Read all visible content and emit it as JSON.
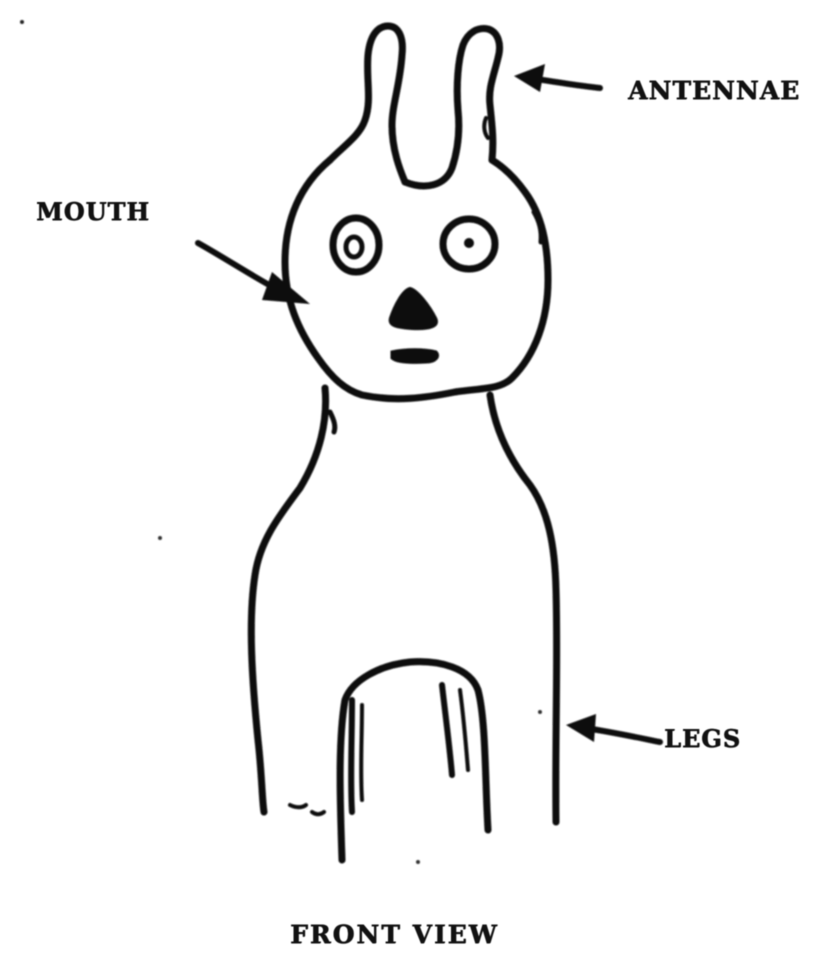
{
  "labels": {
    "antennae": "ANTENNAE",
    "mouth": "MOUTH",
    "legs": "LEGS"
  },
  "caption": "FRONT VIEW",
  "colors": {
    "ink": "#0a0a0a",
    "paper": "#ffffff"
  }
}
